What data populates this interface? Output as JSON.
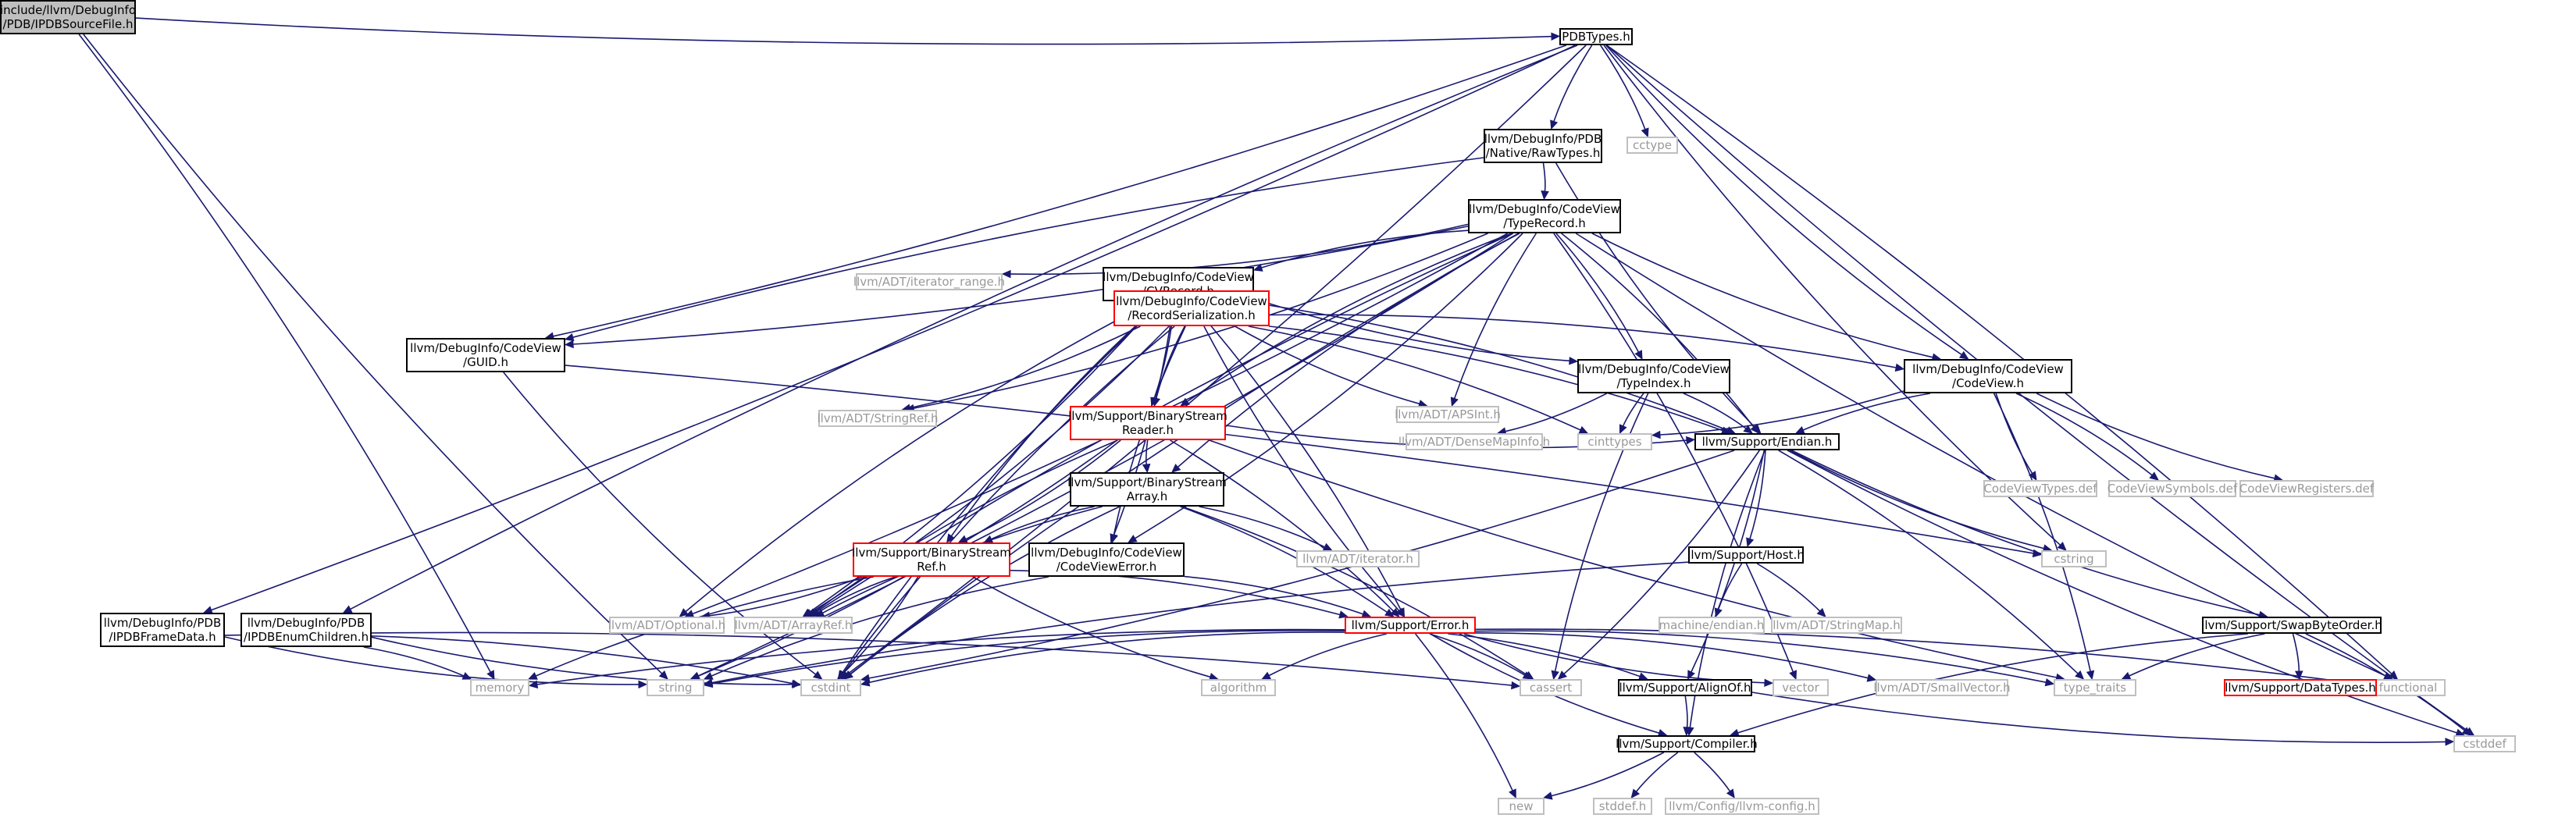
{
  "graph": {
    "colors": {
      "edge": "#191970",
      "text_normal": "#000000",
      "text_external": "#999999",
      "border_normal": "#000000",
      "border_external": "#bfbfbf",
      "border_missing": "#ff0000",
      "fill_root": "#bfbfbf",
      "fill_default": "#ffffff"
    },
    "nodes": [
      {
        "id": "root",
        "lines": [
          "include/llvm/DebugInfo",
          "/PDB/IPDBSourceFile.h"
        ],
        "style": "root"
      },
      {
        "id": "pdbtypes",
        "lines": [
          "PDBTypes.h"
        ],
        "style": "normal"
      },
      {
        "id": "memory",
        "lines": [
          "memory"
        ],
        "style": "external"
      },
      {
        "id": "string",
        "lines": [
          "string"
        ],
        "style": "external"
      },
      {
        "id": "ipdbframedata",
        "lines": [
          "llvm/DebugInfo/PDB",
          "/IPDBFrameData.h"
        ],
        "style": "normal"
      },
      {
        "id": "ipdbenumchildren",
        "lines": [
          "llvm/DebugInfo/PDB",
          "/IPDBEnumChildren.h"
        ],
        "style": "normal"
      },
      {
        "id": "guid",
        "lines": [
          "llvm/DebugInfo/CodeView",
          "/GUID.h"
        ],
        "style": "normal"
      },
      {
        "id": "rawtypes",
        "lines": [
          "llvm/DebugInfo/PDB",
          "/Native/RawTypes.h"
        ],
        "style": "normal"
      },
      {
        "id": "cctype",
        "lines": [
          "cctype"
        ],
        "style": "external"
      },
      {
        "id": "codeview",
        "lines": [
          "llvm/DebugInfo/CodeView",
          "/CodeView.h"
        ],
        "style": "normal"
      },
      {
        "id": "cstdint",
        "lines": [
          "cstdint"
        ],
        "style": "external"
      },
      {
        "id": "functional",
        "lines": [
          "functional"
        ],
        "style": "external"
      },
      {
        "id": "cstddef",
        "lines": [
          "cstddef"
        ],
        "style": "external"
      },
      {
        "id": "typerecord",
        "lines": [
          "llvm/DebugInfo/CodeView",
          "/TypeRecord.h"
        ],
        "style": "normal"
      },
      {
        "id": "iterator_range",
        "lines": [
          "llvm/ADT/iterator_range.h"
        ],
        "style": "external"
      },
      {
        "id": "cvrecord",
        "lines": [
          "llvm/DebugInfo/CodeView",
          "/CVRecord.h"
        ],
        "style": "normal"
      },
      {
        "id": "recordserialization",
        "lines": [
          "llvm/DebugInfo/CodeView",
          "/RecordSerialization.h"
        ],
        "style": "missing"
      },
      {
        "id": "stringref",
        "lines": [
          "llvm/ADT/StringRef.h"
        ],
        "style": "external"
      },
      {
        "id": "bsreader",
        "lines": [
          "llvm/Support/BinaryStream",
          "Reader.h"
        ],
        "style": "missing"
      },
      {
        "id": "apsint",
        "lines": [
          "llvm/ADT/APSInt.h"
        ],
        "style": "external"
      },
      {
        "id": "typeindex",
        "lines": [
          "llvm/DebugInfo/CodeView",
          "/TypeIndex.h"
        ],
        "style": "normal"
      },
      {
        "id": "densemapinfo",
        "lines": [
          "llvm/ADT/DenseMapInfo.h"
        ],
        "style": "external"
      },
      {
        "id": "cinttypes",
        "lines": [
          "cinttypes"
        ],
        "style": "external"
      },
      {
        "id": "endian",
        "lines": [
          "llvm/Support/Endian.h"
        ],
        "style": "normal"
      },
      {
        "id": "cvtypesdef",
        "lines": [
          "CodeViewTypes.def"
        ],
        "style": "external"
      },
      {
        "id": "cvsymbolsdef",
        "lines": [
          "CodeViewSymbols.def"
        ],
        "style": "external"
      },
      {
        "id": "cvregistersdef",
        "lines": [
          "CodeViewRegisters.def"
        ],
        "style": "external"
      },
      {
        "id": "bsarray",
        "lines": [
          "llvm/Support/BinaryStream",
          "Array.h"
        ],
        "style": "normal"
      },
      {
        "id": "adtiterator",
        "lines": [
          "llvm/ADT/iterator.h"
        ],
        "style": "external"
      },
      {
        "id": "bsref",
        "lines": [
          "llvm/Support/BinaryStream",
          "Ref.h"
        ],
        "style": "missing"
      },
      {
        "id": "cverror",
        "lines": [
          "llvm/DebugInfo/CodeView",
          "/CodeViewError.h"
        ],
        "style": "normal"
      },
      {
        "id": "optional",
        "lines": [
          "llvm/ADT/Optional.h"
        ],
        "style": "external"
      },
      {
        "id": "arrayref",
        "lines": [
          "llvm/ADT/ArrayRef.h"
        ],
        "style": "external"
      },
      {
        "id": "host",
        "lines": [
          "llvm/Support/Host.h"
        ],
        "style": "normal"
      },
      {
        "id": "machineendian",
        "lines": [
          "machine/endian.h"
        ],
        "style": "external"
      },
      {
        "id": "stringmap",
        "lines": [
          "llvm/ADT/StringMap.h"
        ],
        "style": "external"
      },
      {
        "id": "cstring",
        "lines": [
          "cstring"
        ],
        "style": "external"
      },
      {
        "id": "error",
        "lines": [
          "llvm/Support/Error.h"
        ],
        "style": "missing"
      },
      {
        "id": "swapbyteorder",
        "lines": [
          "llvm/Support/SwapByteOrder.h"
        ],
        "style": "normal"
      },
      {
        "id": "datatypes",
        "lines": [
          "llvm/Support/DataTypes.h"
        ],
        "style": "missing"
      },
      {
        "id": "algorithm",
        "lines": [
          "algorithm"
        ],
        "style": "external"
      },
      {
        "id": "cassert",
        "lines": [
          "cassert"
        ],
        "style": "external"
      },
      {
        "id": "alignof",
        "lines": [
          "llvm/Support/AlignOf.h"
        ],
        "style": "normal"
      },
      {
        "id": "vector",
        "lines": [
          "vector"
        ],
        "style": "external"
      },
      {
        "id": "smallvector",
        "lines": [
          "llvm/ADT/SmallVector.h"
        ],
        "style": "external"
      },
      {
        "id": "type_traits",
        "lines": [
          "type_traits"
        ],
        "style": "external"
      },
      {
        "id": "compiler",
        "lines": [
          "llvm/Support/Compiler.h"
        ],
        "style": "normal"
      },
      {
        "id": "new",
        "lines": [
          "new"
        ],
        "style": "external"
      },
      {
        "id": "stddef",
        "lines": [
          "stddef.h"
        ],
        "style": "external"
      },
      {
        "id": "llvmconfig",
        "lines": [
          "llvm/Config/llvm-config.h"
        ],
        "style": "external"
      }
    ],
    "edges": [
      [
        "root",
        "pdbtypes"
      ],
      [
        "root",
        "memory"
      ],
      [
        "root",
        "string"
      ],
      [
        "pdbtypes",
        "ipdbframedata"
      ],
      [
        "pdbtypes",
        "ipdbenumchildren"
      ],
      [
        "pdbtypes",
        "guid"
      ],
      [
        "pdbtypes",
        "rawtypes"
      ],
      [
        "pdbtypes",
        "cctype"
      ],
      [
        "pdbtypes",
        "codeview"
      ],
      [
        "pdbtypes",
        "cstdint"
      ],
      [
        "pdbtypes",
        "cstring"
      ],
      [
        "pdbtypes",
        "functional"
      ],
      [
        "pdbtypes",
        "cstddef"
      ],
      [
        "ipdbframedata",
        "cstdint"
      ],
      [
        "ipdbframedata",
        "string"
      ],
      [
        "ipdbenumchildren",
        "cassert"
      ],
      [
        "ipdbenumchildren",
        "cstdint"
      ],
      [
        "ipdbenumchildren",
        "memory"
      ],
      [
        "guid",
        "cstdint"
      ],
      [
        "guid",
        "cstring"
      ],
      [
        "rawtypes",
        "guid"
      ],
      [
        "rawtypes",
        "typerecord"
      ],
      [
        "rawtypes",
        "endian"
      ],
      [
        "typerecord",
        "iterator_range"
      ],
      [
        "typerecord",
        "cvrecord"
      ],
      [
        "typerecord",
        "stringref"
      ],
      [
        "typerecord",
        "apsint"
      ],
      [
        "typerecord",
        "typeindex"
      ],
      [
        "typerecord",
        "codeview"
      ],
      [
        "typerecord",
        "guid"
      ],
      [
        "typerecord",
        "bsarray"
      ],
      [
        "typerecord",
        "optional"
      ],
      [
        "typerecord",
        "arrayref"
      ],
      [
        "typerecord",
        "endian"
      ],
      [
        "typerecord",
        "cstdint"
      ],
      [
        "typerecord",
        "vector"
      ],
      [
        "typerecord",
        "bsreader"
      ],
      [
        "typerecord",
        "cverror"
      ],
      [
        "typerecord",
        "functional"
      ],
      [
        "typerecord",
        "string"
      ],
      [
        "cvrecord",
        "recordserialization"
      ],
      [
        "cvrecord",
        "bsreader"
      ],
      [
        "cvrecord",
        "bsref"
      ],
      [
        "cvrecord",
        "cverror"
      ],
      [
        "cvrecord",
        "typeindex"
      ],
      [
        "cvrecord",
        "endian"
      ],
      [
        "cvrecord",
        "optional"
      ],
      [
        "cvrecord",
        "arrayref"
      ],
      [
        "cvrecord",
        "cstdint"
      ],
      [
        "cvrecord",
        "error"
      ],
      [
        "recordserialization",
        "apsint"
      ],
      [
        "recordserialization",
        "stringref"
      ],
      [
        "recordserialization",
        "bsreader"
      ],
      [
        "recordserialization",
        "codeview"
      ],
      [
        "recordserialization",
        "cverror"
      ],
      [
        "recordserialization",
        "endian"
      ],
      [
        "recordserialization",
        "error"
      ],
      [
        "recordserialization",
        "cinttypes"
      ],
      [
        "recordserialization",
        "cstdint"
      ],
      [
        "recordserialization",
        "arrayref"
      ],
      [
        "bsreader",
        "bsarray"
      ],
      [
        "bsreader",
        "bsref"
      ],
      [
        "bsreader",
        "endian"
      ],
      [
        "bsreader",
        "error"
      ],
      [
        "bsreader",
        "arrayref"
      ],
      [
        "bsreader",
        "string"
      ],
      [
        "bsreader",
        "type_traits"
      ],
      [
        "typeindex",
        "densemapinfo"
      ],
      [
        "typeindex",
        "cinttypes"
      ],
      [
        "typeindex",
        "endian"
      ],
      [
        "typeindex",
        "cassert"
      ],
      [
        "codeview",
        "cinttypes"
      ],
      [
        "codeview",
        "endian"
      ],
      [
        "codeview",
        "type_traits"
      ],
      [
        "codeview",
        "cvtypesdef"
      ],
      [
        "codeview",
        "cvsymbolsdef"
      ],
      [
        "codeview",
        "cvregistersdef"
      ],
      [
        "bsarray",
        "adtiterator"
      ],
      [
        "bsarray",
        "bsref"
      ],
      [
        "bsarray",
        "error"
      ],
      [
        "bsarray",
        "arrayref"
      ],
      [
        "bsarray",
        "cassert"
      ],
      [
        "bsarray",
        "cstdint"
      ],
      [
        "bsref",
        "optional"
      ],
      [
        "bsref",
        "arrayref"
      ],
      [
        "bsref",
        "error"
      ],
      [
        "bsref",
        "algorithm"
      ],
      [
        "bsref",
        "cstdint"
      ],
      [
        "bsref",
        "memory"
      ],
      [
        "cverror",
        "error"
      ],
      [
        "cverror",
        "string"
      ],
      [
        "endian",
        "host"
      ],
      [
        "endian",
        "swapbyteorder"
      ],
      [
        "endian",
        "alignof"
      ],
      [
        "endian",
        "compiler"
      ],
      [
        "endian",
        "cassert"
      ],
      [
        "endian",
        "cstddef"
      ],
      [
        "endian",
        "cstdint"
      ],
      [
        "endian",
        "cstring"
      ],
      [
        "endian",
        "type_traits"
      ],
      [
        "host",
        "machineendian"
      ],
      [
        "host",
        "stringmap"
      ],
      [
        "host",
        "string"
      ],
      [
        "swapbyteorder",
        "datatypes"
      ],
      [
        "swapbyteorder",
        "compiler"
      ],
      [
        "swapbyteorder",
        "cstddef"
      ],
      [
        "swapbyteorder",
        "type_traits"
      ],
      [
        "error",
        "alignof"
      ],
      [
        "error",
        "compiler"
      ],
      [
        "error",
        "smallvector"
      ],
      [
        "error",
        "algorithm"
      ],
      [
        "error",
        "cassert"
      ],
      [
        "error",
        "cstdint"
      ],
      [
        "error",
        "functional"
      ],
      [
        "error",
        "memory"
      ],
      [
        "error",
        "new"
      ],
      [
        "error",
        "string"
      ],
      [
        "error",
        "type_traits"
      ],
      [
        "error",
        "vector"
      ],
      [
        "alignof",
        "compiler"
      ],
      [
        "alignof",
        "cstddef"
      ],
      [
        "compiler",
        "new"
      ],
      [
        "compiler",
        "stddef"
      ],
      [
        "compiler",
        "llvmconfig"
      ]
    ]
  }
}
